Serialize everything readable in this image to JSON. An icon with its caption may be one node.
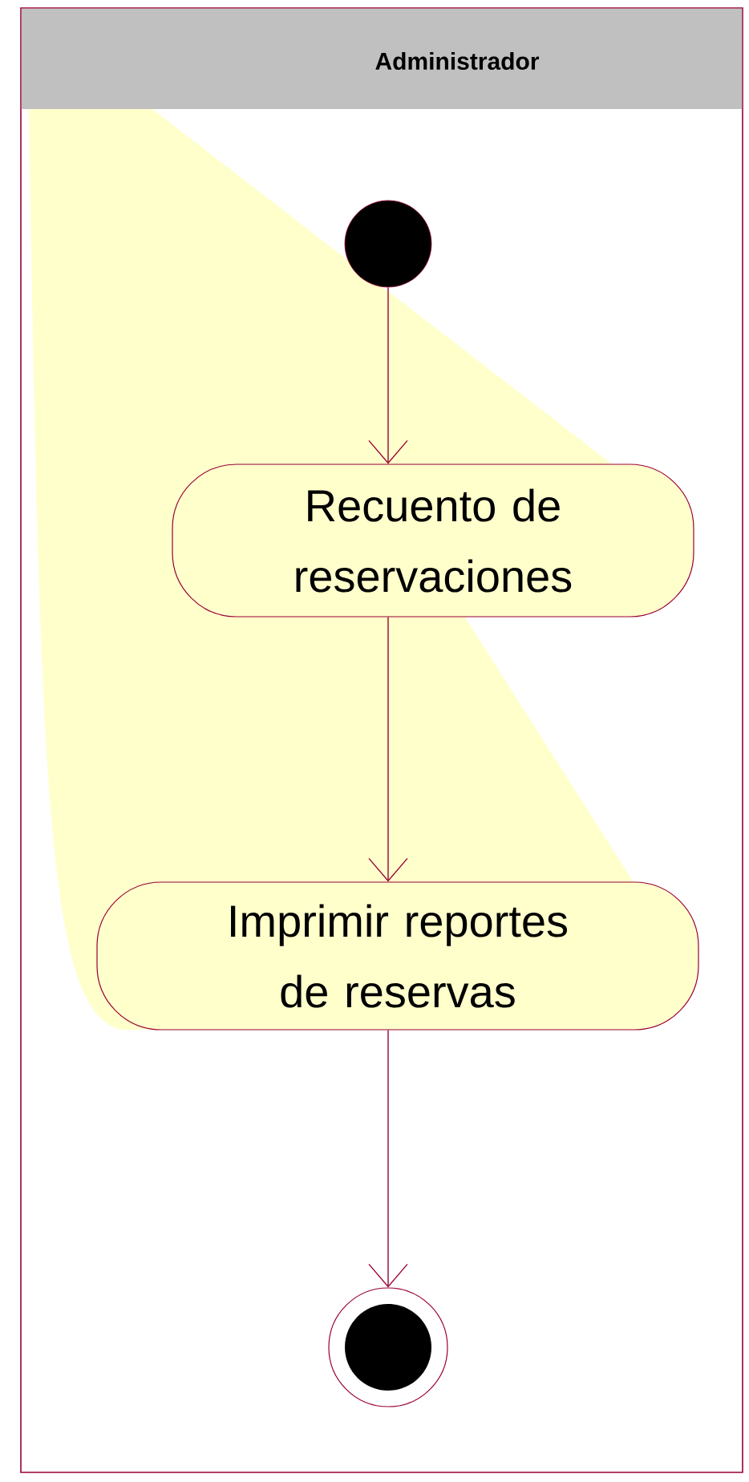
{
  "diagram": {
    "nodes": [
      {
        "text": [
          "Administrador"
        ]
      },
      {
        "text": [],
        "shape": "circle",
        "in": 0
      },
      {
        "text": [
          "Recuento de reservaciones"
        ],
        "in": 0
      },
      {
        "text": [
          "Imprimir reportes de reservas"
        ],
        "in": 0
      },
      {
        "text": [],
        "shape": "circle",
        "in": 0
      }
    ],
    "edges": [
      {
        "from": 1,
        "to": 2,
        "arrow": "to"
      },
      {
        "from": 2,
        "to": 3,
        "arrow": "to"
      },
      {
        "from": 3,
        "to": 4,
        "arrow": "to"
      }
    ]
  }
}
